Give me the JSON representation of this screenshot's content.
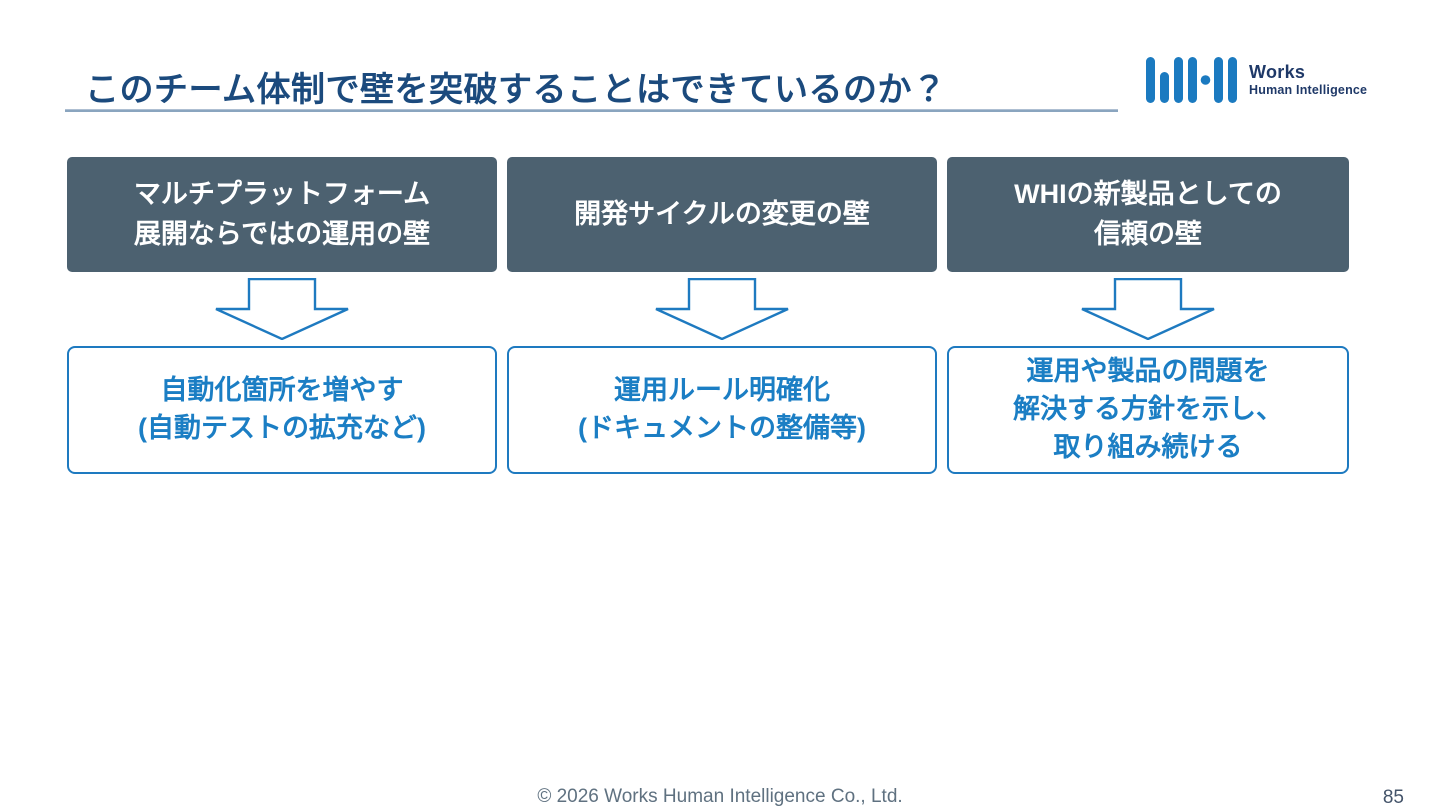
{
  "slide": {
    "title": "このチーム体制で壁を突破することはできているのか？",
    "footer": "© 2026 Works Human Intelligence Co., Ltd.",
    "page_number": "85"
  },
  "logo": {
    "line1": "Works",
    "line2": "Human Intelligence"
  },
  "walls": [
    {
      "line1": "マルチプラットフォーム",
      "line2": "展開ならではの運用の壁"
    },
    {
      "line1": "開発サイクルの変更の壁",
      "line2": ""
    },
    {
      "line1": "WHIの新製品としての",
      "line2": "信頼の壁"
    }
  ],
  "solutions": [
    {
      "line1": "自動化箇所を増やす",
      "line2": "(自動テストの拡充など)",
      "line3": ""
    },
    {
      "line1": "運用ルール明確化",
      "line2": "(ドキュメントの整備等)",
      "line3": ""
    },
    {
      "line1": "運用や製品の問題を",
      "line2": "解決する方針を示し、",
      "line3": "取り組み続ける"
    }
  ],
  "colors": {
    "title-navy": "#1b4a7d",
    "underline": "#8aa5bf",
    "wall-bg": "#4c6170",
    "wall-text": "#ffffff",
    "accent": "#1e7ac0",
    "solution-text": "#1b7ec4",
    "footer-gray": "#5f7180",
    "page-number": "#44546a",
    "logo-navy": "#1f3968",
    "logo-blue": "#1b7ac0"
  }
}
